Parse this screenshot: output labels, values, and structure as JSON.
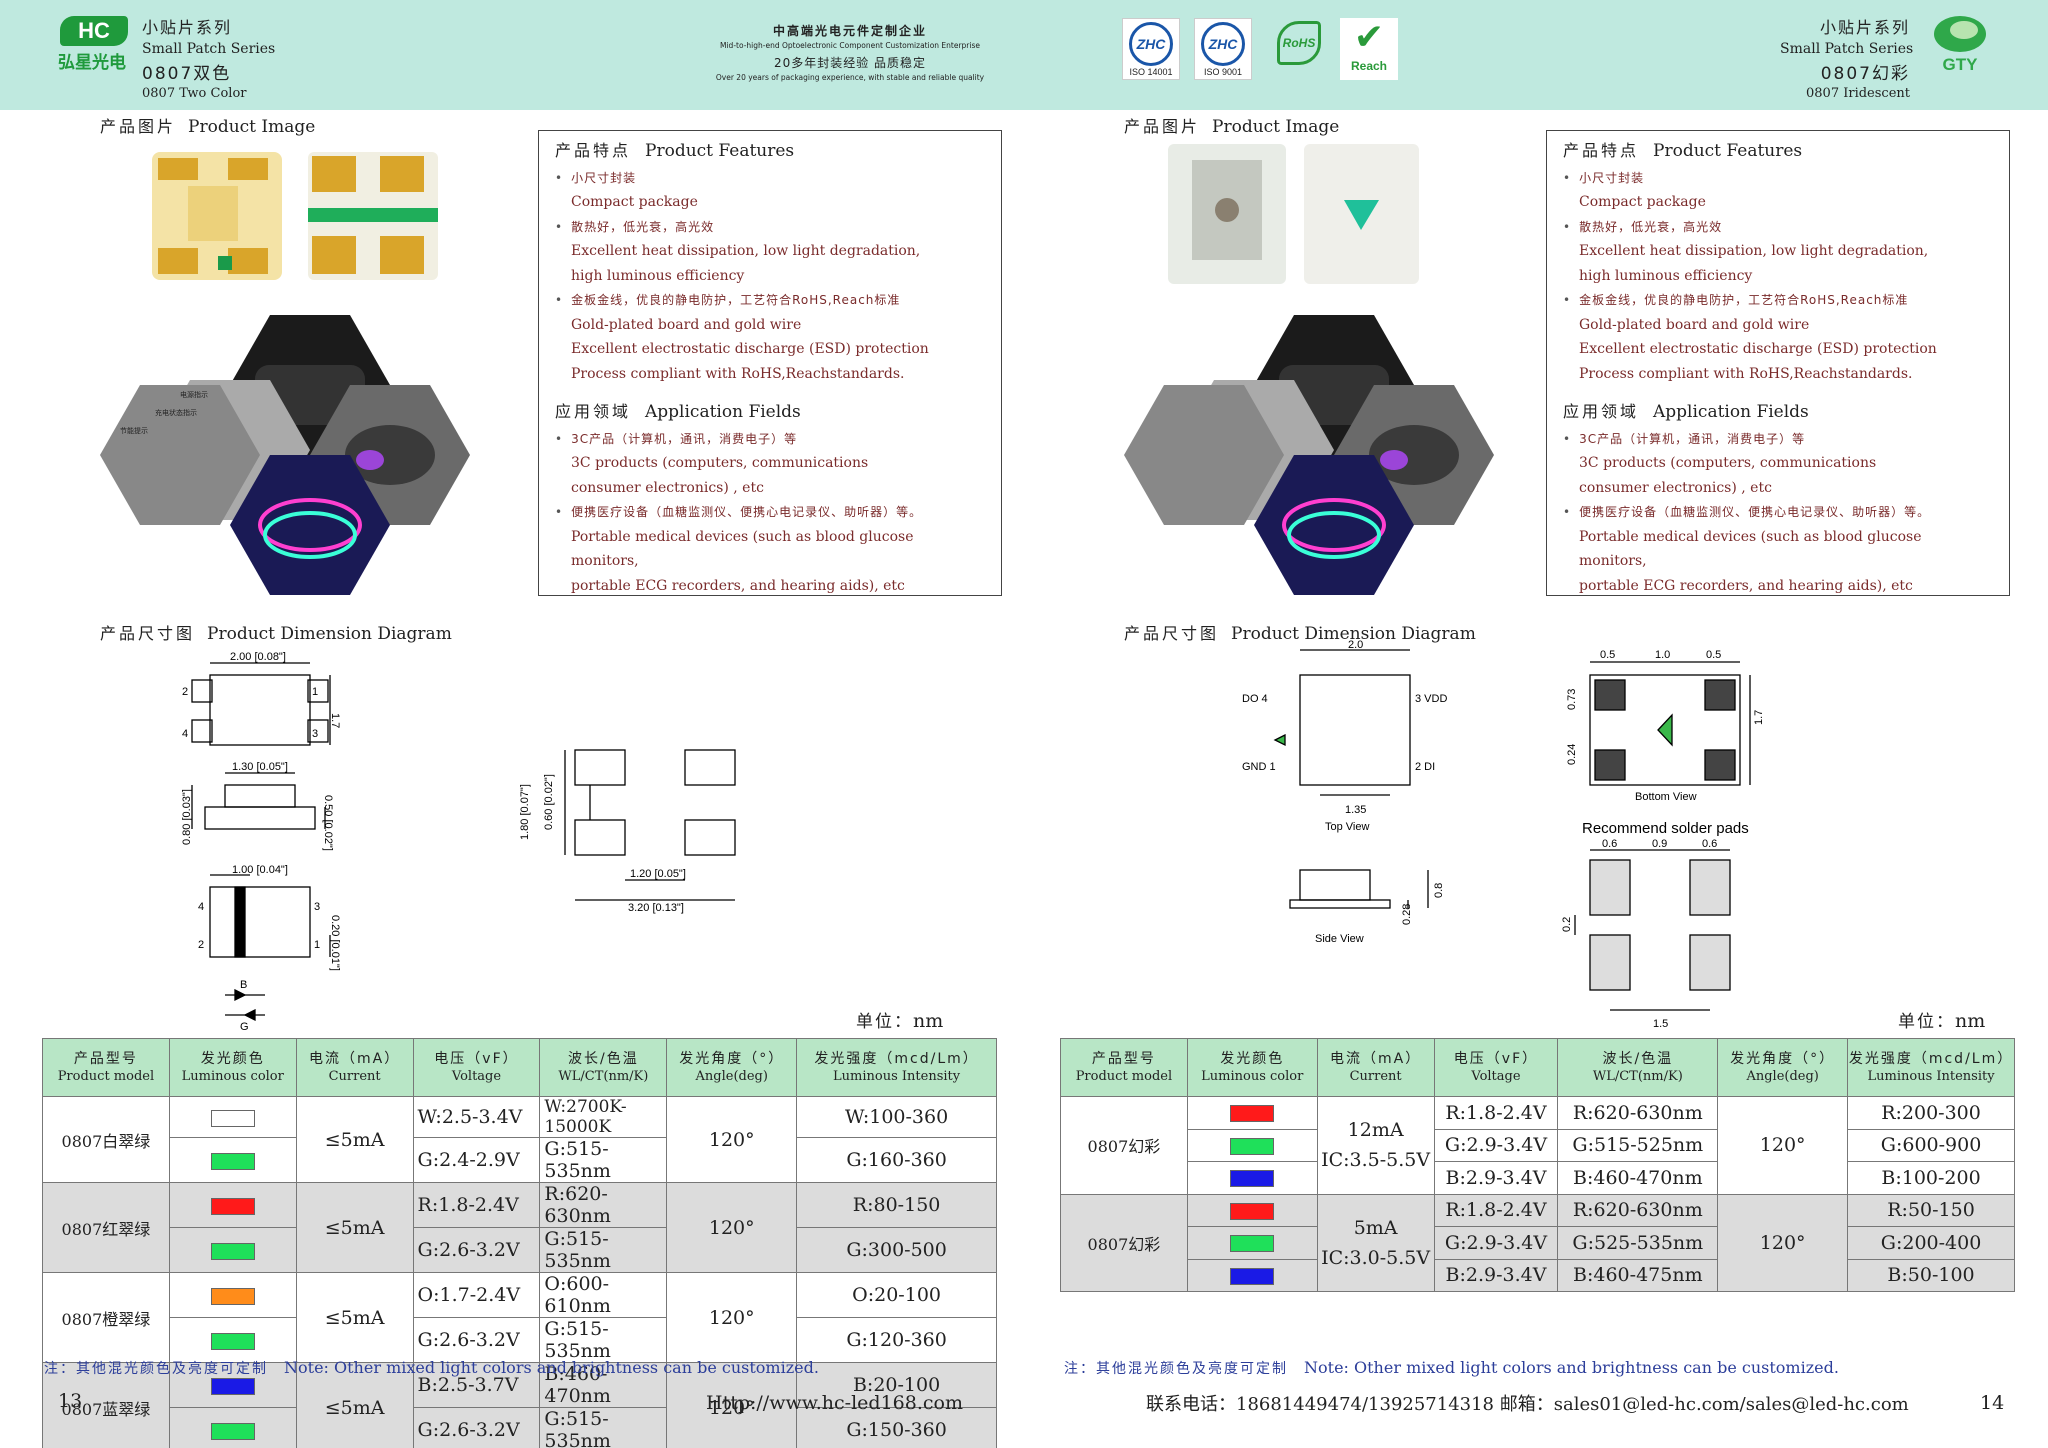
{
  "header": {
    "left": {
      "logo_text": "HC",
      "logo_sub": "弘星光电",
      "series_cn": "小贴片系列",
      "series_en": "Small Patch Series",
      "model_cn": "0807双色",
      "model_en": "0807 Two Color"
    },
    "center": {
      "line1": "中高端光电元件定制企业",
      "line2": "Mid-to-high-end Optoelectronic Component Customization Enterprise",
      "line3": "20多年封装经验 品质稳定",
      "line4": "Over 20 years of packaging experience, with stable and reliable quality"
    },
    "certs": [
      {
        "mark": "ZHC",
        "label": "ISO 14001"
      },
      {
        "mark": "ZHC",
        "label": "ISO 9001"
      },
      {
        "mark": "RoHS",
        "label": "RoHS"
      },
      {
        "mark": "✔",
        "label": "Reach"
      }
    ],
    "right": {
      "series_cn": "小贴片系列",
      "series_en": "Small Patch Series",
      "model_cn": "0807幻彩",
      "model_en": "0807 Iridescent",
      "logo_text": "GTY"
    }
  },
  "sections": {
    "image_cn": "产品图片",
    "image_en": "Product Image",
    "dim_cn": "产品尺寸图",
    "dim_en": "Product Dimension Diagram"
  },
  "features": {
    "title_cn": "产品特点",
    "title_en": "Product Features",
    "items": [
      {
        "cn": "小尺寸封装",
        "en": [
          "Compact package"
        ]
      },
      {
        "cn": "散热好，低光衰，高光效",
        "en": [
          "Excellent heat dissipation, low light degradation,",
          "high luminous efficiency"
        ]
      },
      {
        "cn": "金板金线，优良的静电防护，工艺符合RoHS,Reach标准",
        "en": [
          "Gold-plated board and gold wire",
          "Excellent electrostatic discharge (ESD) protection",
          "Process compliant with RoHS,Reachstandards."
        ]
      }
    ],
    "app_title_cn": "应用领域",
    "app_title_en": "Application Fields",
    "apps": [
      {
        "cn": "3C产品（计算机，通讯，消费电子）等",
        "en": [
          "3C products (computers, communications",
          "consumer electronics) , etc"
        ]
      },
      {
        "cn": "便携医疗设备（血糖监测仪、便携心电记录仪、助听器）等。",
        "en": [
          "Portable medical devices (such as blood glucose monitors,",
          "portable ECG recorders, and hearing aids), etc"
        ]
      }
    ]
  },
  "dim_left": {
    "top": "2.00 [0.08\"]",
    "side": "1.7",
    "mid": "1.30 [0.05\"]",
    "h1": "0.80 [0.03\"]",
    "h2": "0.50 [0.02\"]",
    "bot": "1.00 [0.04\"]",
    "bh": "0.20 [0.01\"]",
    "pad_h": "1.80 [0.07\"]",
    "pad_in": "0.60 [0.02\"]",
    "pad_gap": "1.20 [0.05\"]",
    "pad_w": "3.20 [0.13\"]",
    "pins": [
      "1",
      "2",
      "3",
      "4"
    ],
    "diode_b": "B",
    "diode_g": "G"
  },
  "dim_right": {
    "width": "2.0",
    "do": "DO 4",
    "vdd": "3 VDD",
    "gnd": "GND 1",
    "di": "2 DI",
    "inner": "1.35",
    "top_view": "Top View",
    "side_view": "Side View",
    "h1": "0.28",
    "h2": "0.8",
    "b1": "0.5",
    "b2": "1.0",
    "b3": "0.5",
    "bv1": "0.73",
    "bv2": "0.24",
    "bh": "1.7",
    "bottom_view": "Bottom View",
    "rec_title": "Recommend solder pads",
    "r1": "0.6",
    "r2": "0.9",
    "r3": "0.6",
    "rv": "0.2",
    "rw": "1.5"
  },
  "unit": {
    "cn": "单位：",
    "en": "nm"
  },
  "table_head": [
    {
      "cn": "产品型号",
      "en": "Product model"
    },
    {
      "cn": "发光颜色",
      "en": "Luminous color"
    },
    {
      "cn": "电流（mA）",
      "en": "Current"
    },
    {
      "cn": "电压（vF）",
      "en": "Voltage"
    },
    {
      "cn": "波长/色温",
      "en": "WL/CT(nm/K)"
    },
    {
      "cn": "发光角度（°）",
      "en": "Angle(deg)"
    },
    {
      "cn": "发光强度（mcd/Lm）",
      "en": "Luminous Intensity"
    }
  ],
  "table_left": [
    {
      "model": "0807白翠绿",
      "colors": [
        "#ffffff",
        "#1fe05a"
      ],
      "current": "≤5mA",
      "v": [
        "W:2.5-3.4V",
        "G:2.4-2.9V"
      ],
      "wl": [
        "W:2700K-15000K",
        "G:515-535nm"
      ],
      "angle": "120°",
      "iv": [
        "W:100-360",
        "G:160-360"
      ]
    },
    {
      "model": "0807红翠绿",
      "colors": [
        "#ff1a1a",
        "#1fe05a"
      ],
      "current": "≤5mA",
      "v": [
        "R:1.8-2.4V",
        "G:2.6-3.2V"
      ],
      "wl": [
        "R:620-630nm",
        "G:515-535nm"
      ],
      "angle": "120°",
      "iv": [
        "R:80-150",
        "G:300-500"
      ]
    },
    {
      "model": "0807橙翠绿",
      "colors": [
        "#ff8c1a",
        "#1fe05a"
      ],
      "current": "≤5mA",
      "v": [
        "O:1.7-2.4V",
        "G:2.6-3.2V"
      ],
      "wl": [
        "O:600-610nm",
        "G:515-535nm"
      ],
      "angle": "120°",
      "iv": [
        "O:20-100",
        "G:120-360"
      ]
    },
    {
      "model": "0807蓝翠绿",
      "colors": [
        "#1a1ae6",
        "#1fe05a"
      ],
      "current": "≤5mA",
      "v": [
        "B:2.5-3.7V",
        "G:2.6-3.2V"
      ],
      "wl": [
        "B:460-470nm",
        "G:515-535nm"
      ],
      "angle": "120°",
      "iv": [
        "B:20-100",
        "G:150-360"
      ]
    }
  ],
  "table_right": [
    {
      "model": "0807幻彩",
      "colors": [
        "#ff1a1a",
        "#1fe05a",
        "#1a1ae6"
      ],
      "current": [
        "12mA",
        "IC:3.5-5.5V"
      ],
      "v": [
        "R:1.8-2.4V",
        "G:2.9-3.4V",
        "B:2.9-3.4V"
      ],
      "wl": [
        "R:620-630nm",
        "G:515-525nm",
        "B:460-470nm"
      ],
      "angle": "120°",
      "iv": [
        "R:200-300",
        "G:600-900",
        "B:100-200"
      ]
    },
    {
      "model": "0807幻彩",
      "colors": [
        "#ff1a1a",
        "#1fe05a",
        "#1a1ae6"
      ],
      "current": [
        "5mA",
        "IC:3.0-5.5V"
      ],
      "v": [
        "R:1.8-2.4V",
        "G:2.9-3.4V",
        "B:2.9-3.4V"
      ],
      "wl": [
        "R:620-630nm",
        "G:525-535nm",
        "B:460-475nm"
      ],
      "angle": "120°",
      "iv": [
        "R:50-150",
        "G:200-400",
        "B:50-100"
      ]
    }
  ],
  "note": {
    "cn": "注：其他混光颜色及亮度可定制",
    "en": "Note: Other mixed light colors and brightness can be customized."
  },
  "footer": {
    "page_left": "13",
    "url": "Http://www.hc-led168.com",
    "contact": "联系电话：18681449474/13925714318  邮箱：sales01@led-hc.com/sales@led-hc.com",
    "page_right": "14"
  },
  "app_labels": [
    "电源指示",
    "充电状态指示",
    "节能提示"
  ]
}
